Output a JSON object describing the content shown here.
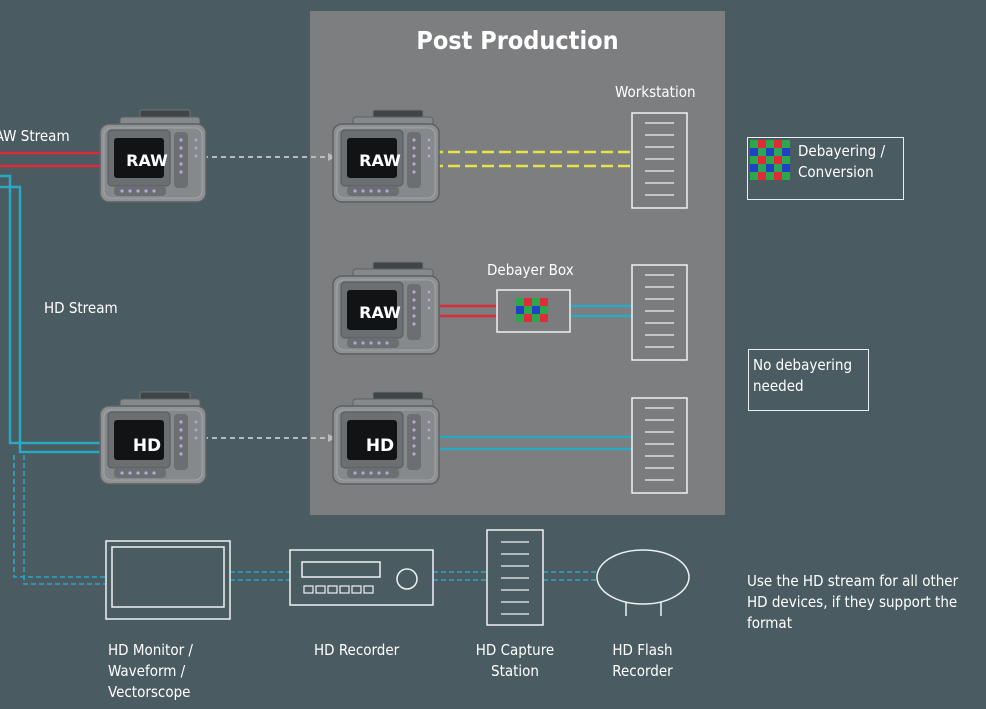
{
  "post_production": {
    "title": "Post Production",
    "fill": "#7d7e80"
  },
  "colors": {
    "background": "#4b5b62",
    "raw_red": "#e22b3a",
    "hd_cyan": "#2aa8c4",
    "yellow": "#e8e24a",
    "dashed_gray": "#b8bcbe"
  },
  "labels": {
    "raw_stream": "RAW Stream",
    "hd_stream": "HD Stream",
    "workstation": "Workstation",
    "debayer_box": "Debayer Box"
  },
  "cameras": {
    "raw_badge": "RAW",
    "hd_badge": "HD"
  },
  "notes": {
    "debayering": [
      "Debayering /",
      "Conversion"
    ],
    "no_debayering": [
      "No debayering",
      "needed"
    ],
    "hd_devices": [
      "Use the HD stream for all other",
      "HD devices, if they support the",
      "format"
    ]
  },
  "devices": {
    "monitor": [
      "HD Monitor /",
      "Waveform /",
      "Vectorscope"
    ],
    "recorder": [
      "HD Recorder"
    ],
    "capture": [
      "HD Capture",
      "Station"
    ],
    "flash": [
      "HD Flash",
      "Recorder"
    ]
  }
}
